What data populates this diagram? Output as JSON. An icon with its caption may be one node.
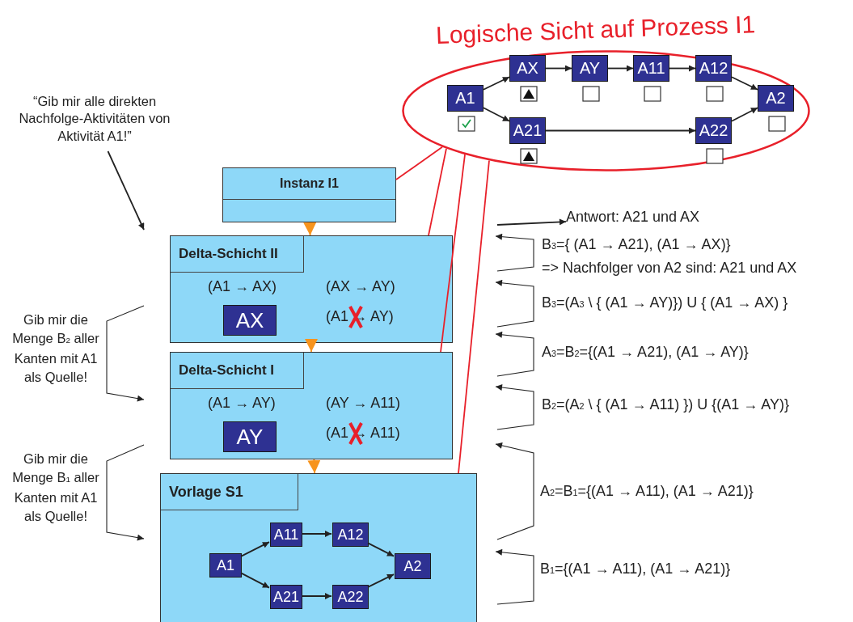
{
  "diagram": {
    "nodes": [
      {
        "text": [
          "Instanz I1"
        ]
      },
      {
        "text": [
          "Delta-Schicht II",
          "(A1 → AX)",
          "(AX → AY)",
          "(A1 → AY)"
        ]
      },
      {
        "text": [
          "AX"
        ],
        "in": 1
      },
      {
        "text": [
          "Delta-Schicht I",
          "(A1 → AY)",
          "(AY → A11)",
          "(A1 → A11)"
        ]
      },
      {
        "text": [
          "AY"
        ],
        "in": 3
      },
      {
        "text": [
          "Vorlage S1"
        ]
      },
      {
        "text": [
          "A1"
        ],
        "in": 5
      },
      {
        "text": [
          "A11"
        ],
        "in": 5
      },
      {
        "text": [
          "A12"
        ],
        "in": 5
      },
      {
        "text": [
          "A21"
        ],
        "in": 5
      },
      {
        "text": [
          "A22"
        ],
        "in": 5
      },
      {
        "text": [
          "A2"
        ],
        "in": 5
      },
      {
        "text": [
          "Logische Sicht auf Prozess I1"
        ]
      },
      {
        "text": [
          "A1"
        ],
        "in": 12
      },
      {
        "text": [
          "AX"
        ],
        "in": 12
      },
      {
        "text": [
          "AY"
        ],
        "in": 12
      },
      {
        "text": [
          "A11"
        ],
        "in": 12
      },
      {
        "text": [
          "A12"
        ],
        "in": 12
      },
      {
        "text": [
          "A21"
        ],
        "in": 12
      },
      {
        "text": [
          "A22"
        ],
        "in": 12
      },
      {
        "text": [
          "A2"
        ],
        "in": 12
      },
      {
        "text": [
          "“Gib mir alle direkten Nachfolge-Aktivitäten von Aktivität A1!”"
        ]
      },
      {
        "text": [
          "Antwort: A21 und AX"
        ]
      }
    ],
    "edges": [
      {
        "from": 0,
        "to": 1,
        "arrow": "to",
        "color": "#f7941d"
      },
      {
        "from": 1,
        "to": 3,
        "arrow": "to",
        "color": "#f7941d"
      },
      {
        "from": 3,
        "to": 5,
        "arrow": "to",
        "color": "#f7941d"
      },
      {
        "from": 12,
        "to": 0,
        "arrow": "none",
        "color": "#e8202a"
      },
      {
        "from": 12,
        "to": 1,
        "arrow": "none",
        "color": "#e8202a"
      },
      {
        "from": 12,
        "to": 3,
        "arrow": "none",
        "color": "#e8202a"
      },
      {
        "from": 12,
        "to": 5,
        "arrow": "none",
        "color": "#e8202a"
      },
      {
        "from": 13,
        "to": 14,
        "arrow": "to"
      },
      {
        "from": 13,
        "to": 18,
        "arrow": "to"
      },
      {
        "from": 14,
        "to": 15,
        "arrow": "to"
      },
      {
        "from": 15,
        "to": 16,
        "arrow": "to"
      },
      {
        "from": 16,
        "to": 17,
        "arrow": "to"
      },
      {
        "from": 17,
        "to": 20,
        "arrow": "to"
      },
      {
        "from": 18,
        "to": 19,
        "arrow": "to"
      },
      {
        "from": 19,
        "to": 20,
        "arrow": "to"
      },
      {
        "from": 6,
        "to": 7,
        "arrow": "to"
      },
      {
        "from": 6,
        "to": 9,
        "arrow": "to"
      },
      {
        "from": 7,
        "to": 8,
        "arrow": "to"
      },
      {
        "from": 9,
        "to": 10,
        "arrow": "to"
      },
      {
        "from": 8,
        "to": 11,
        "arrow": "to"
      },
      {
        "from": 10,
        "to": 11,
        "arrow": "to"
      },
      {
        "from": 21,
        "to": null,
        "arrow": "to"
      },
      {
        "from": null,
        "to": 22,
        "arrow": "to"
      }
    ],
    "labels": [
      "Gib mir die Menge B$_{2}$ aller Kanten mit A1 als Quelle!",
      "Gib mir die Menge B$_{1}$ aller Kanten mit A1 als Quelle!",
      "B$_{3}$={ (A1 → A21), (A1 → AX)}",
      "=> Nachfolger von A2 sind: A21 und AX",
      "B$_{3}$=(A$_{3}$ \\ { (A1 → AY)}) U { (A1 → AX) }",
      "A$_{3}$=B$_{2}$={(A1 → A21), (A1 → AY)}",
      "B$_{2}$=(A$_{2}$ \\ { (A1 → A11) }) U {(A1 → AY)}",
      "A$_{2}$=B$_{1}$={(A1 → A11), (A1 → A21)}",
      "B$_{1}$={(A1 → A11), (A1 → A21)}"
    ]
  }
}
